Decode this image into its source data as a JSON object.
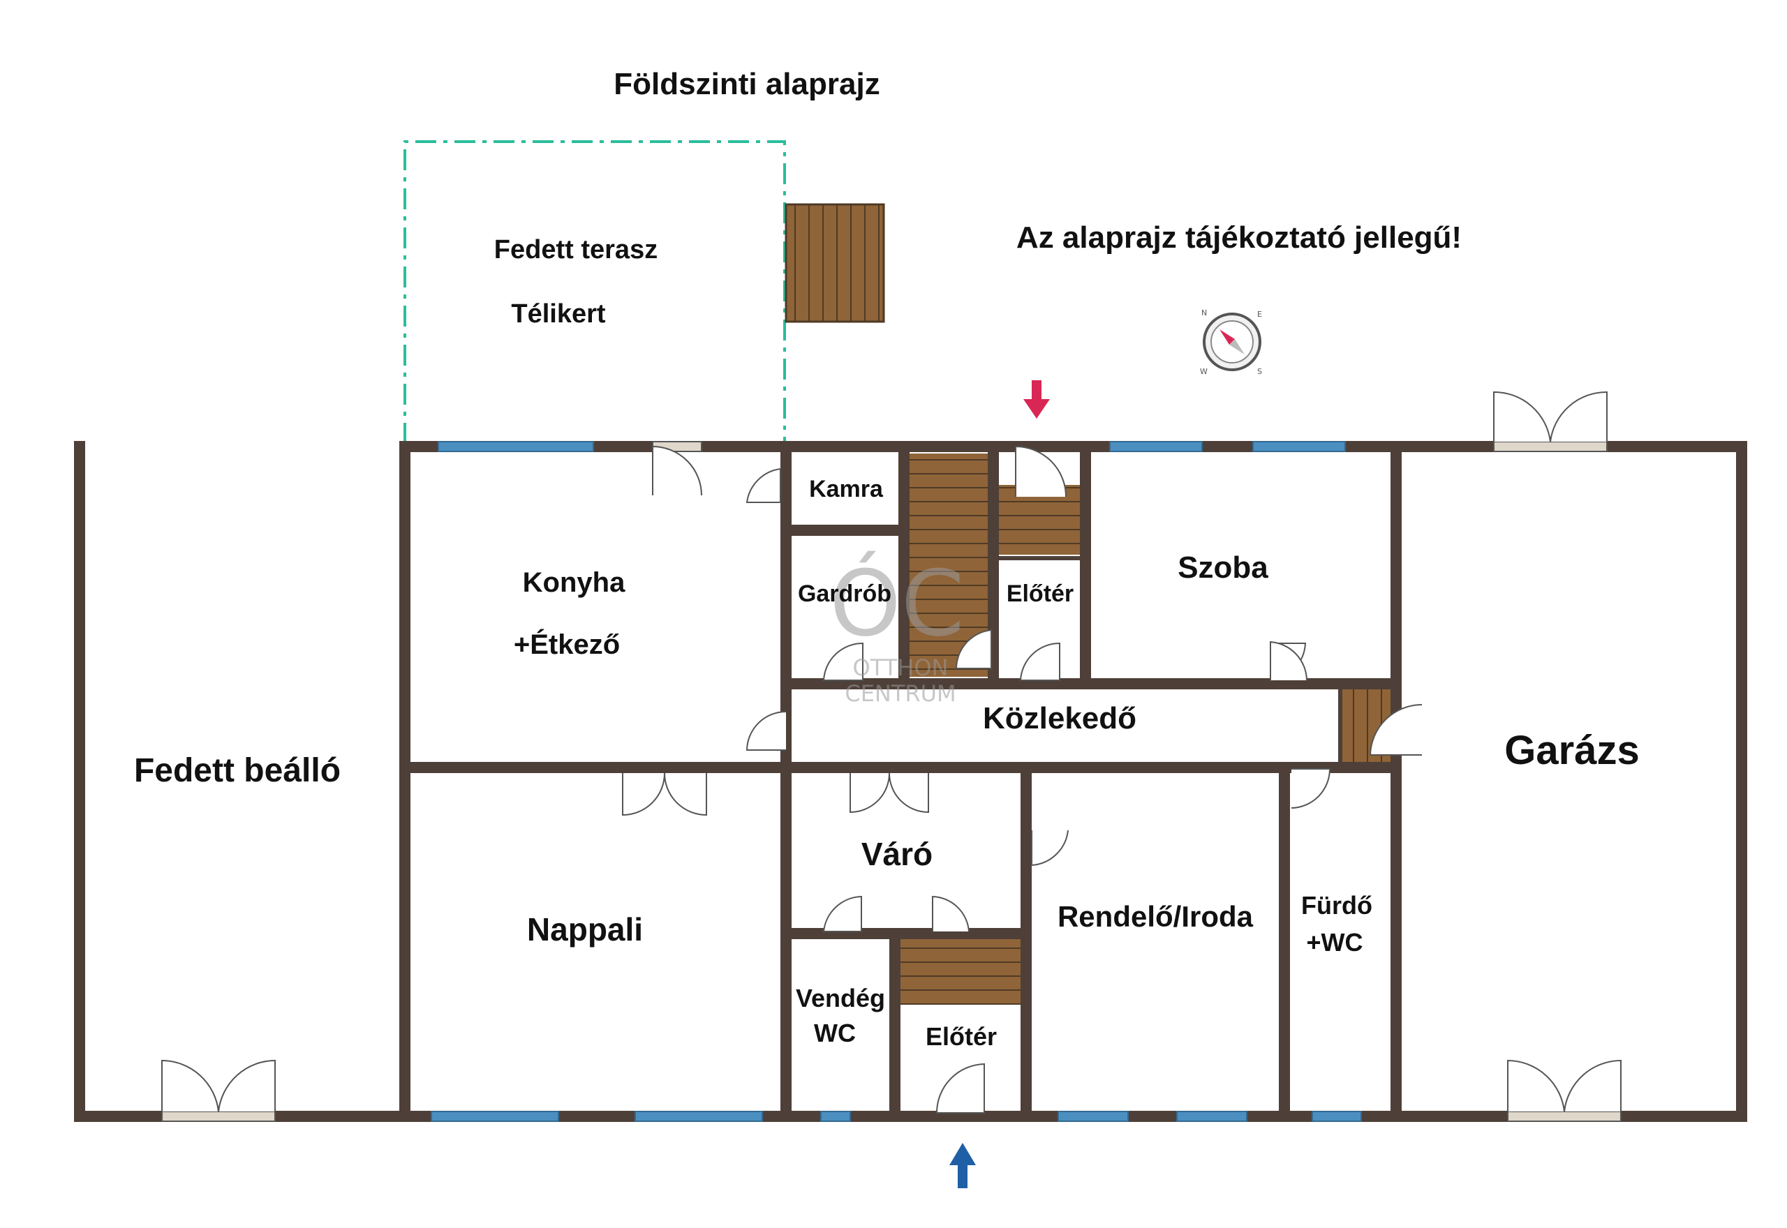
{
  "title": "Földszinti alaprajz",
  "notice": "Az alaprajz tájékoztató jellegű!",
  "watermark": {
    "line1": "OTTHON",
    "line2": "CENTRUM"
  },
  "rooms": {
    "terrace": "Fedett terasz",
    "winter_garden": "Télikert",
    "kamra": "Kamra",
    "gardrob": "Gardrób",
    "eloter_top": "Előtér",
    "szoba": "Szoba",
    "konyha": "Konyha",
    "etkezo": "+Étkező",
    "kozlekedo": "Közlekedő",
    "garazs": "Garázs",
    "fedett_beallo": "Fedett beálló",
    "varo": "Váró",
    "nappali": "Nappali",
    "rendelo": "Rendelő/Iroda",
    "furdo": "Fürdő",
    "furdo_wc": "+WC",
    "vendeg": "Vendég",
    "vendeg_wc": "WC",
    "eloter_bottom": "Előtér"
  },
  "compass": {
    "n": "N",
    "e": "E",
    "s": "S",
    "w": "W"
  },
  "colors": {
    "wall": "#4e4038",
    "window": "#4b8fc1",
    "floor_wood": "#8f6438",
    "terrace_outline": "#2bbd9b",
    "arrow_red": "#d92755",
    "arrow_blue": "#1f5fa6"
  }
}
